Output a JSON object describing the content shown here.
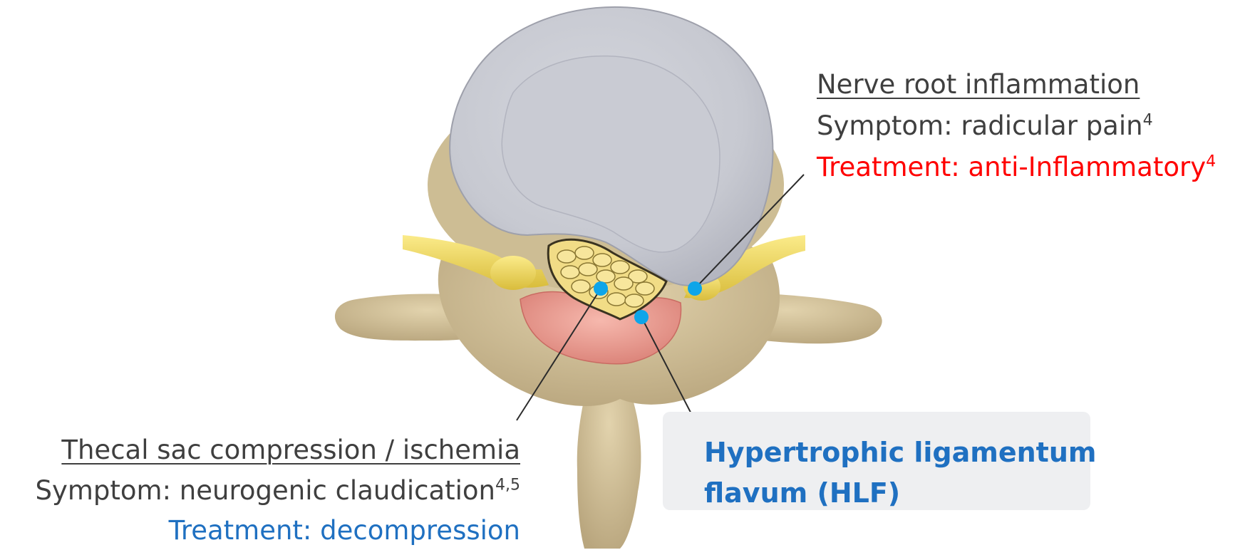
{
  "labels": {
    "nerve_root": {
      "title": "Nerve root inflammation",
      "symptom": "Symptom: radicular pain",
      "symptom_ref": "4",
      "treatment": "Treatment: anti-Inflammatory",
      "treatment_ref": "4"
    },
    "thecal_sac": {
      "title": "Thecal sac compression / ischemia",
      "symptom": "Symptom: neurogenic claudication",
      "symptom_ref": "4,5",
      "treatment": "Treatment: decompression"
    },
    "hlf": {
      "line1": "Hypertrophic ligamentum",
      "line2": "flavum (HLF)"
    }
  },
  "colors": {
    "text": "#3f3f3f",
    "treatment_red": "#ff0000",
    "treatment_blue": "#1f70c1",
    "hlf_blue": "#1f70c1",
    "marker": "#0ea5e9",
    "bone": "#d8c9a3",
    "disc": "#d9dbe3",
    "nerve": "#f3de6a",
    "ligament": "#ef9f95"
  },
  "icons": [
    "spine-vertebra-illustration",
    "marker-dot"
  ]
}
